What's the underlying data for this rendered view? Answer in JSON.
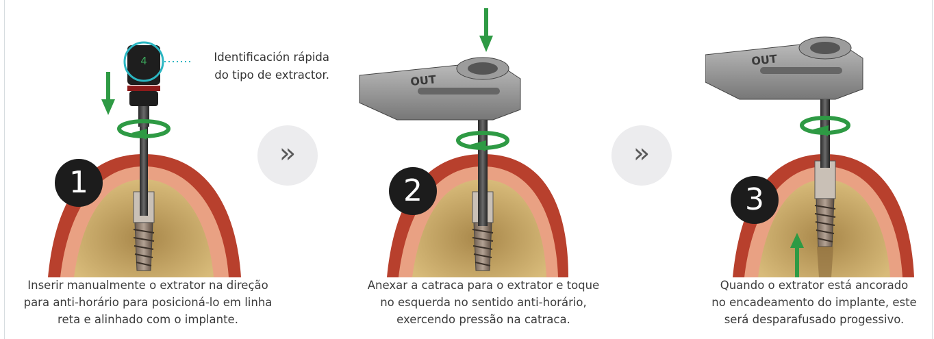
{
  "steps": [
    {
      "number": "1",
      "caption": "Inserir manualmente o extrator na direção\npara anti-horário para posicioná-lo em linha\nreta e alinhado com o implante."
    },
    {
      "number": "2",
      "caption": "Anexar a catraca para o extrator e toque\nno esquerda no sentido anti-horário,\nexercendo pressão na catraca."
    },
    {
      "number": "3",
      "caption": "Quando o extrator está ancorado\nno encadeamento do implante, este\nserá desparafusado progessivo."
    }
  ],
  "callout": {
    "text": "Identificación rápida\ndo tipo de extractor."
  },
  "next_symbol": "»",
  "extractor_mark": "4",
  "ratchet_label": "OUT",
  "colors": {
    "gum_outer": "#b8402d",
    "gum_inner": "#e9a183",
    "bone": "#c9a660",
    "arrow_green": "#2e9a44",
    "callout_ring": "#2bb6c2",
    "badge": "#1c1c1c"
  }
}
